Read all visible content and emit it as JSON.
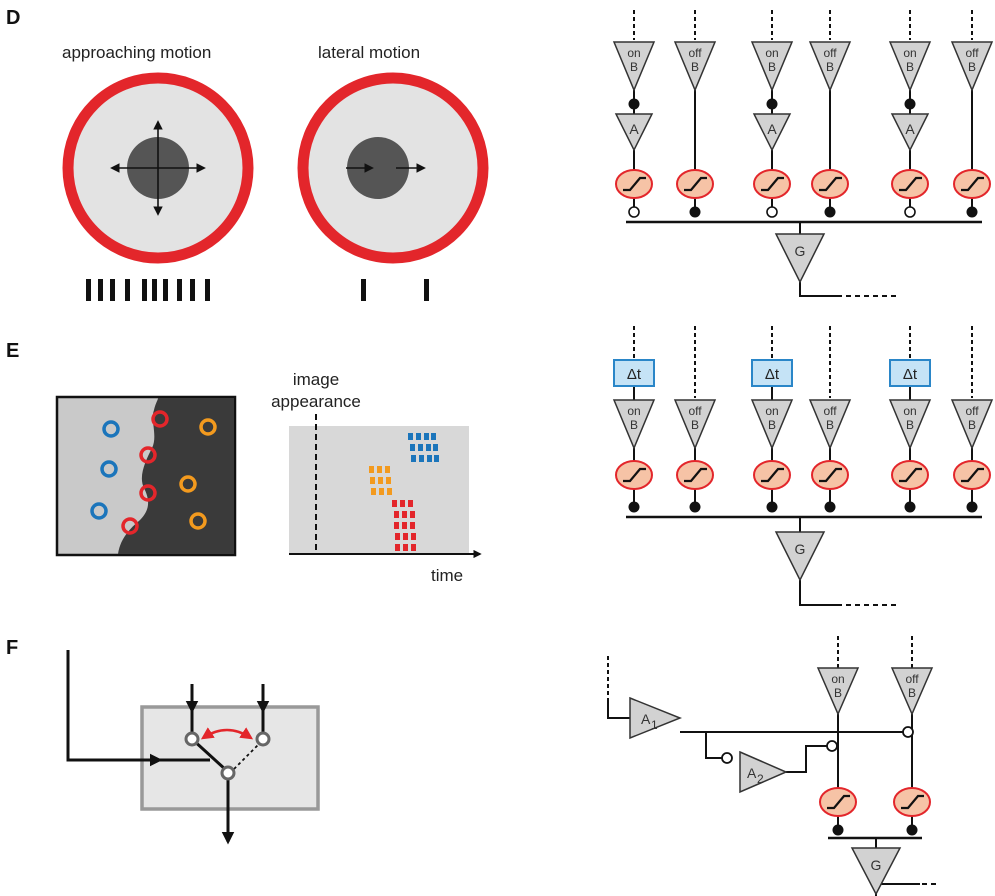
{
  "panels": {
    "D": {
      "label": "D",
      "left_title": "approaching motion",
      "right_title": "lateral motion",
      "circuit": {
        "bipolar_on_top": "on",
        "bipolar_on_bottom": "B",
        "bipolar_off_top": "off",
        "bipolar_off_bottom": "B",
        "amacrine": "A",
        "ganglion": "G"
      }
    },
    "E": {
      "label": "E",
      "annotation_line1": "image",
      "annotation_line2": "appearance",
      "time_axis": "time",
      "delay": "Δt",
      "circuit": {
        "bipolar_on_top": "on",
        "bipolar_on_bottom": "B",
        "bipolar_off_top": "off",
        "bipolar_off_bottom": "B",
        "ganglion": "G"
      }
    },
    "F": {
      "label": "F",
      "circuit": {
        "amacrine1": "A",
        "amacrine1_sub": "1",
        "amacrine2": "A",
        "amacrine2_sub": "2",
        "bipolar_on_top": "on",
        "bipolar_on_bottom": "B",
        "bipolar_off_top": "off",
        "bipolar_off_bottom": "B",
        "ganglion": "G"
      }
    }
  },
  "colors": {
    "red": "#e3262b",
    "blue": "#1b75bb",
    "orange": "#f39a1e",
    "cell_fill": "#d4d4d4",
    "synapse_fill": "#f6c3a6",
    "delay_fill": "#c5e3f6",
    "delay_stroke": "#2a86c8",
    "dark": "#555555"
  }
}
